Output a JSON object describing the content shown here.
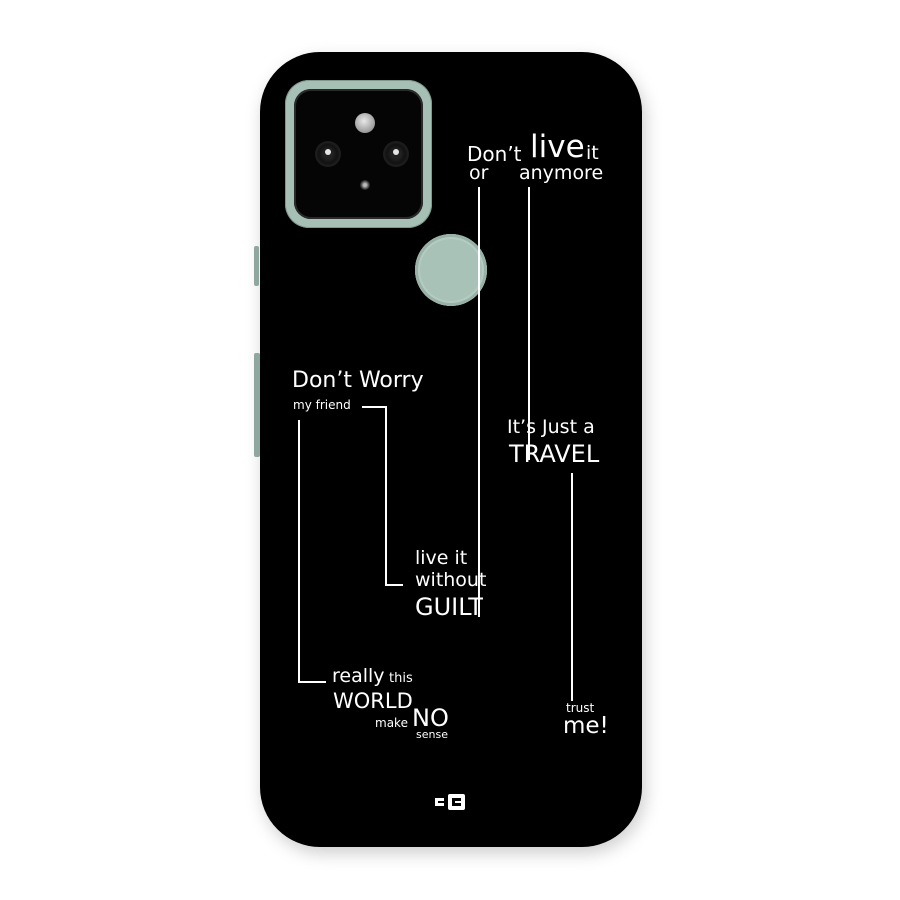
{
  "product": {
    "type": "phone back case",
    "colors": {
      "case": "#000000",
      "accent": "#a7c0b6",
      "text": "#ffffff",
      "background": "#ffffff"
    }
  },
  "design_text": {
    "top_right": {
      "dont": "Don’t",
      "live": "live",
      "it": "it",
      "or": "or",
      "anymore": "anymore"
    },
    "middle_left": {
      "dont_worry": "Don’t Worry",
      "my_friend": "my friend"
    },
    "middle_right": {
      "its_just_a": "It’s Just a",
      "travel": "TRAVEL"
    },
    "center": {
      "live_it": "live it",
      "without": "without",
      "guilt": "GUILT"
    },
    "bottom_left": {
      "really": "really",
      "this": "this",
      "world": "WORLD",
      "make": "make",
      "no": "NO",
      "sense": "sense"
    },
    "bottom_right": {
      "trust": "trust",
      "me": "me!"
    }
  },
  "brand": {
    "logo_icon": "cc-logo-icon"
  }
}
